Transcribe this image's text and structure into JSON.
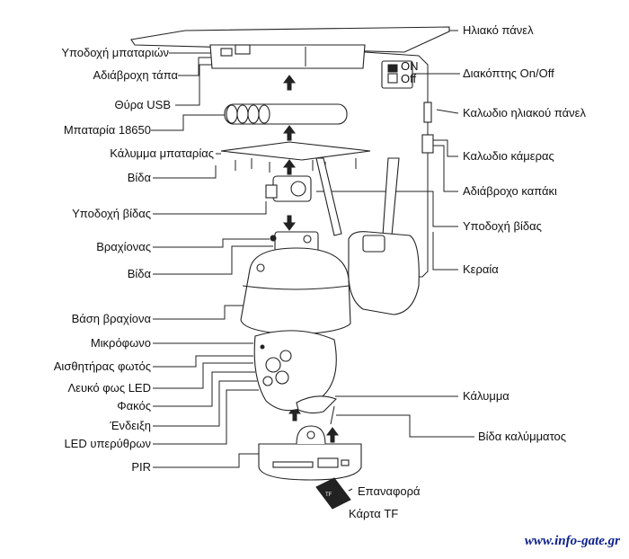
{
  "labels": {
    "left": [
      "Υποδοχή μπαταριών",
      "Αδιάβροχη τάπα",
      "Θύρα USB",
      "Μπαταρία 18650",
      "Κάλυμμα μπαταρίας",
      "Βίδα",
      "Υποδοχή βίδας",
      "Βραχίονας",
      "Βίδα",
      "Βάση βραχίονα",
      "Μικρόφωνο",
      "Αισθητήρας φωτός",
      "Λευκό φως LED",
      "Φακός",
      "Ένδειξη",
      "LED υπερύθρων",
      "PIR"
    ],
    "right": [
      "Ηλιακό πάνελ",
      "Διακόπτης On/Off",
      "Καλωδιο ηλιακού πάνελ",
      "Καλωδιο κάμερας",
      "Αδιάβροχο καπάκι",
      "Υποδοχή βίδας",
      "Κεραία",
      "Κάλυμμα",
      "Βίδα καλύμματος"
    ],
    "bottom": [
      "Επαναφορά",
      "Κάρτα TF"
    ]
  },
  "switch_marks": {
    "on": "ON",
    "off": "Off"
  },
  "watermark": "www.info-gate.gr"
}
